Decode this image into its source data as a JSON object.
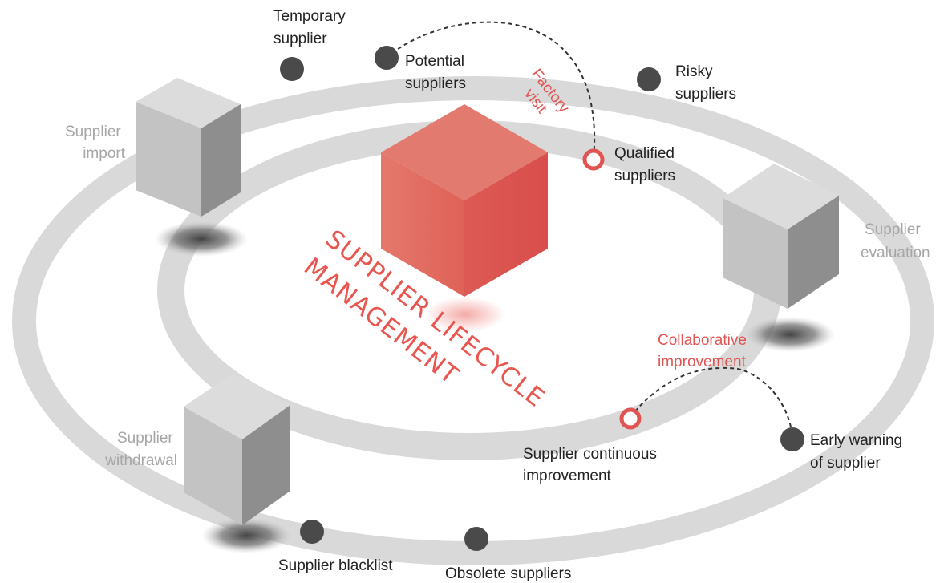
{
  "title_lines": [
    "SUPPLIER LIFECYCLE",
    "MANAGEMENT"
  ],
  "stages": {
    "import": [
      "Supplier",
      "import"
    ],
    "evaluation": [
      "Supplier",
      "evaluation"
    ],
    "withdrawal": [
      "Supplier",
      "withdrawal"
    ]
  },
  "outer_points": {
    "temporary": [
      "Temporary",
      "supplier"
    ],
    "potential": [
      "Potential",
      "suppliers"
    ],
    "risky": [
      "Risky",
      "suppliers"
    ],
    "early_warning": [
      "Early warning",
      "of supplier"
    ],
    "blacklist": [
      "Supplier blacklist"
    ],
    "obsolete": [
      "Obsolete suppliers"
    ]
  },
  "inner_points": {
    "qualified": [
      "Qualified",
      "suppliers"
    ],
    "continuous": [
      "Supplier continuous",
      "improvement"
    ]
  },
  "transitions": {
    "factory_visit": [
      "Factory",
      "visit"
    ],
    "collaborative": [
      "Collaborative",
      "improvement"
    ]
  },
  "colors": {
    "ring": "#d9d9d9",
    "accent": "#e05552",
    "dot": "#4a4a4a",
    "cube_top": "#dcdcdc",
    "cube_left": "#c2c2c2",
    "cube_right": "#8c8c8c",
    "red_cube_top": "#e37a6f",
    "red_cube_left": "#e0675e",
    "red_cube_right": "#d9524f"
  }
}
